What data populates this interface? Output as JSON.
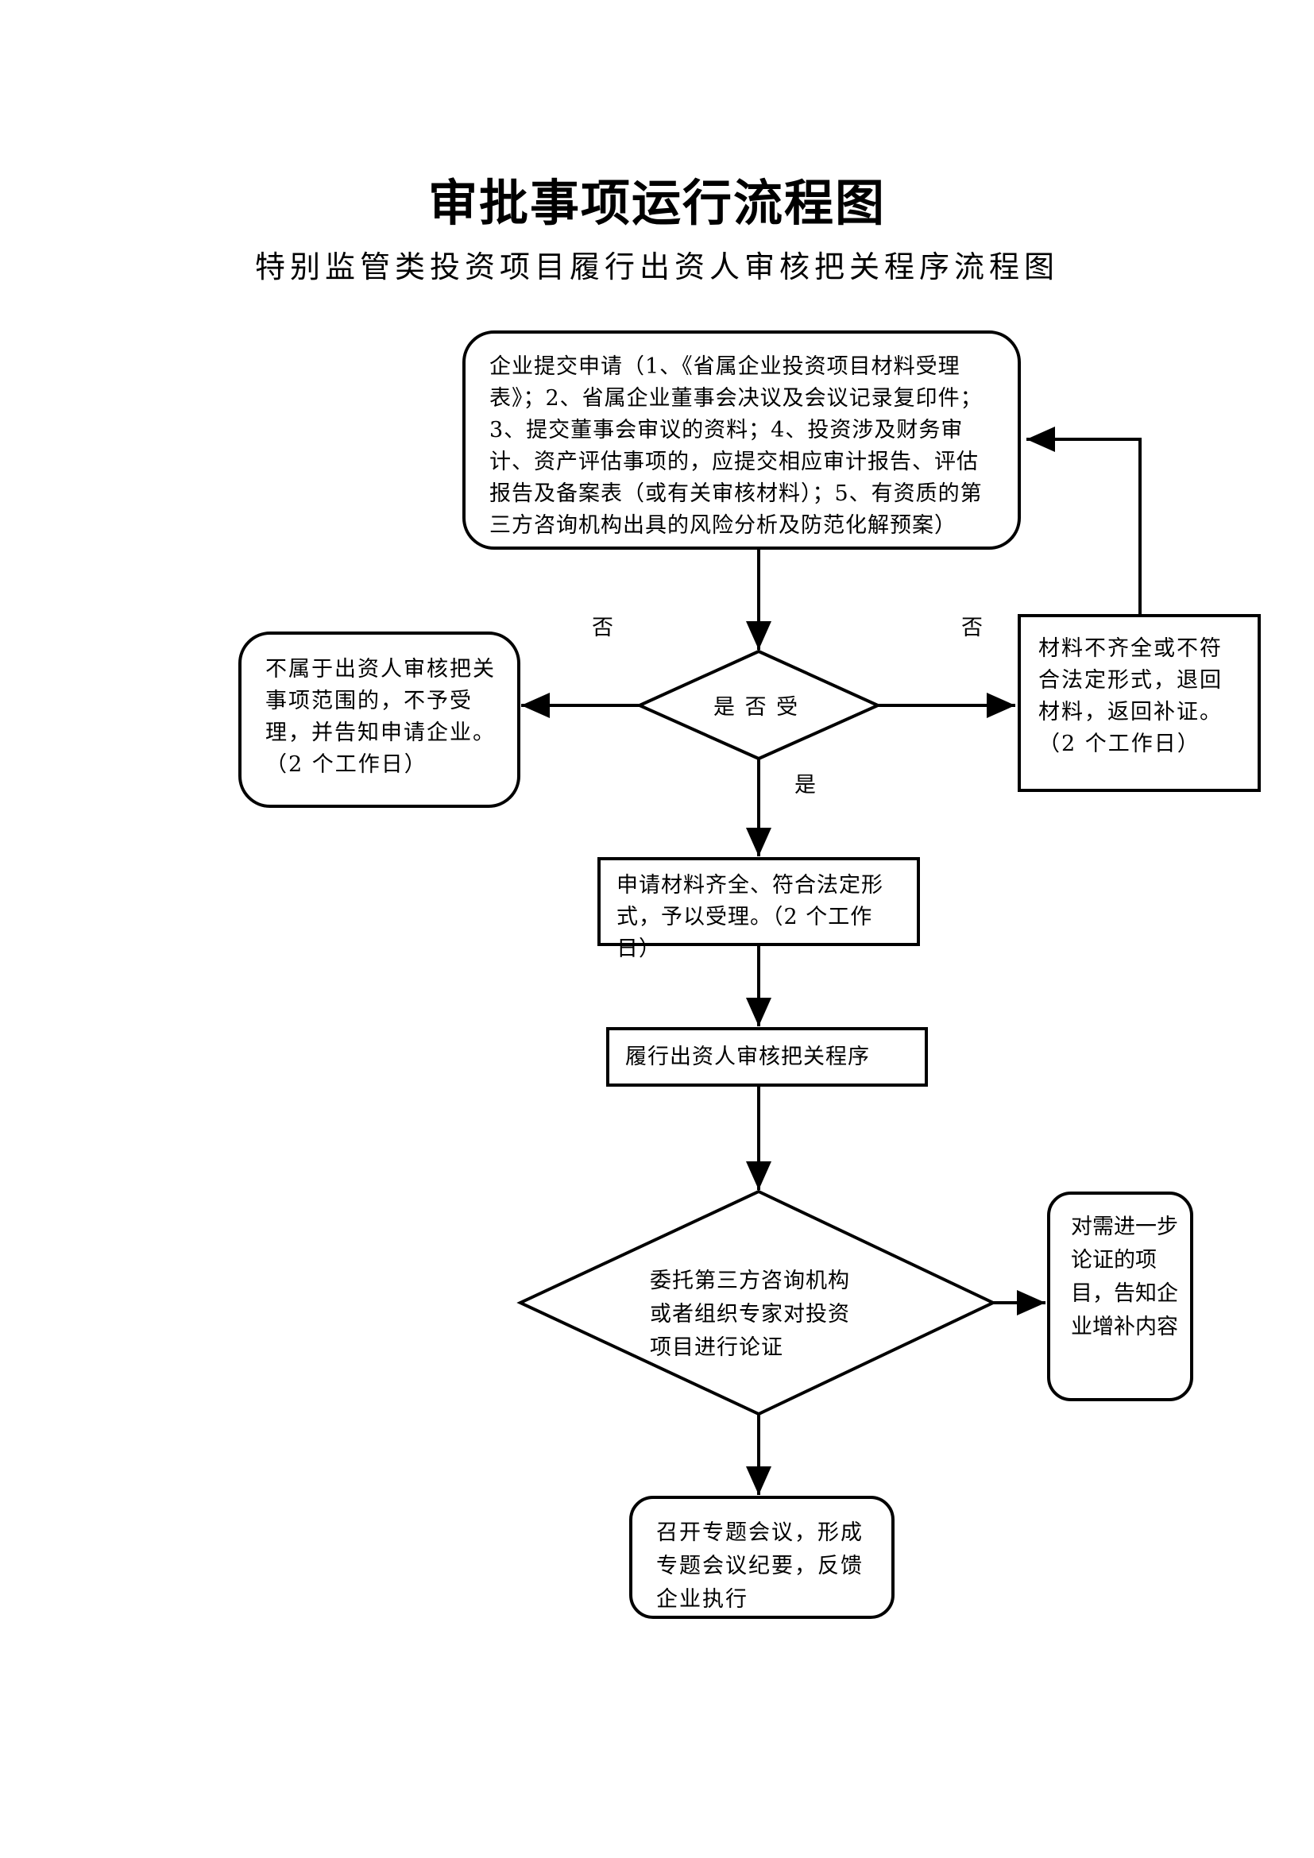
{
  "title": "审批事项运行流程图",
  "subtitle": "特别监管类投资项目履行出资人审核把关程序流程图",
  "nodes": {
    "submit": "企业提交申请（1、《省属企业投资项目材料受理表》；2、省属企业董事会决议及会议记录复印件；3、提交董事会审议的资料；4、投资涉及财务审计、资产评估事项的，应提交相应审计报告、评估报告及备案表（或有关审核材料）；5、有资质的第三方咨询机构出具的风险分析及防范化解预案）",
    "decision_accept": "是 否 受",
    "reject_scope": "不属于出资人审核把关事项范围的，不予受理，并告知申请企业。（2 个工作日）",
    "return_materials": "材料不齐全或不符合法定形式，退回材料，返回补证。（2 个工作日）",
    "accepted": "申请材料齐全、符合法定形式，予以受理。（2 个工作日）",
    "review_procedure": "履行出资人审核把关程序",
    "decision_consult": "委托第三方咨询机构或者组织专家对投资项目进行论证",
    "supplement": "对需进一步论证的项目，告知企业增补内容",
    "meeting": "召开专题会议，形成专题会议纪要，反馈企业执行"
  },
  "edge_labels": {
    "no_left": "否",
    "no_right": "否",
    "yes": "是"
  }
}
